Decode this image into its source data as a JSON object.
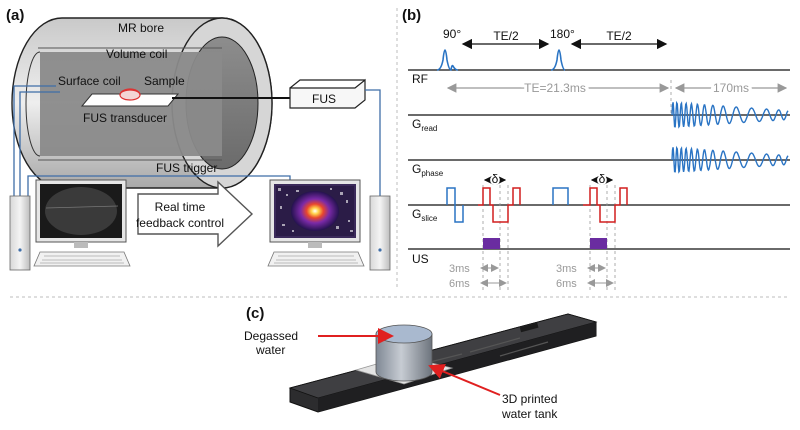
{
  "panels": {
    "a": {
      "label": "(a)",
      "mr_bore": "MR bore",
      "volume_coil": "Volume coil",
      "surface_coil": "Surface coil",
      "sample": "Sample",
      "fus_transducer": "FUS transducer",
      "fus_box": "FUS",
      "fus_trigger": "FUS trigger",
      "arrow_text_line1": "Real time",
      "arrow_text_line2": "feedback control"
    },
    "b": {
      "label": "(b)",
      "pulse_90": "90°",
      "pulse_180": "180°",
      "te_half_1": "TE/2",
      "te_half_2": "TE/2",
      "te_total": "TE=21.3ms",
      "readout_duration": "170ms",
      "delta_1": "δ",
      "delta_2": "δ",
      "rows": {
        "rf": "RF",
        "gread_main": "G",
        "gread_sub": "read",
        "gphase_main": "G",
        "gphase_sub": "phase",
        "gslice_main": "G",
        "gslice_sub": "slice",
        "us": "US"
      },
      "timing_3ms_1": "3ms",
      "timing_6ms_1": "6ms",
      "timing_3ms_2": "3ms",
      "timing_6ms_2": "6ms"
    },
    "c": {
      "label": "(c)",
      "degassed_line1": "Degassed",
      "degassed_line2": "water",
      "tank_line1": "3D printed",
      "tank_line2": "water tank"
    }
  },
  "colors": {
    "pulse_blue": "#2a74c4",
    "gradient_red": "#d21f1f",
    "us_purple": "#6a2ca0",
    "cable_blue": "#3f6ea8",
    "arrow_red": "#e02020"
  }
}
